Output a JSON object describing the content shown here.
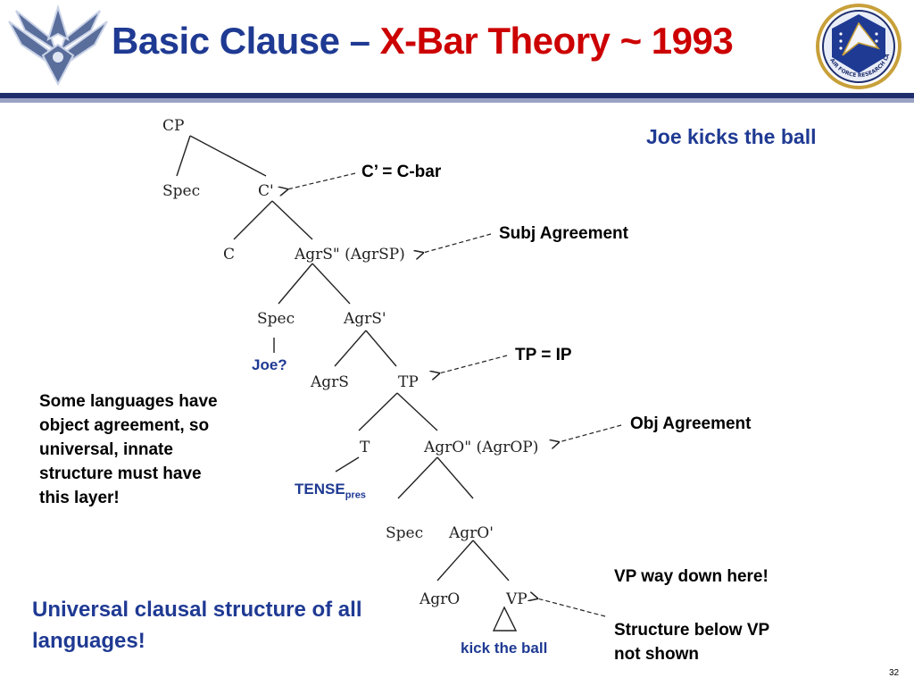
{
  "title": {
    "part1": "Basic Clause – ",
    "part2": "X-Bar Theory ~ 1993"
  },
  "colors": {
    "title_blue": "#1f3a93",
    "title_red": "#cc0000",
    "rule": "#1f2f6e"
  },
  "logos": {
    "left": "air-force-wings-icon",
    "right": "air-force-research-laboratory-seal-icon",
    "seal_text": "AIR FORCE RESEARCH LABORATORY"
  },
  "sentence": "Joe kicks the ball",
  "tree": {
    "cp": "CP",
    "spec_c": "Spec",
    "cbar": "C'",
    "c": "C",
    "agrsp": "AgrS\" (AgrSP)",
    "spec_agrs": "Spec",
    "agrsbar": "AgrS'",
    "agrs": "AgrS",
    "tp": "TP",
    "t": "T",
    "agrop": "AgrO\" (AgrOP)",
    "spec_agro": "Spec",
    "agrobar": "AgrO'",
    "agro": "AgrO",
    "vp": "VP"
  },
  "annotations": {
    "cbar": "C’ = C-bar",
    "subj": "Subj Agreement",
    "tp_ip": "TP = IP",
    "obj": "Obj Agreement",
    "joe": "Joe?",
    "tense": "TENSE",
    "tense_sub": "pres",
    "kick": "kick the ball"
  },
  "notes": {
    "left": "Some languages have object agreement, so universal, innate structure must have this layer!",
    "universal": "Universal clausal structure of all languages!",
    "vp_way_down": "VP way down here!",
    "structure_below": "Structure below VP not shown"
  },
  "page_number": "32"
}
